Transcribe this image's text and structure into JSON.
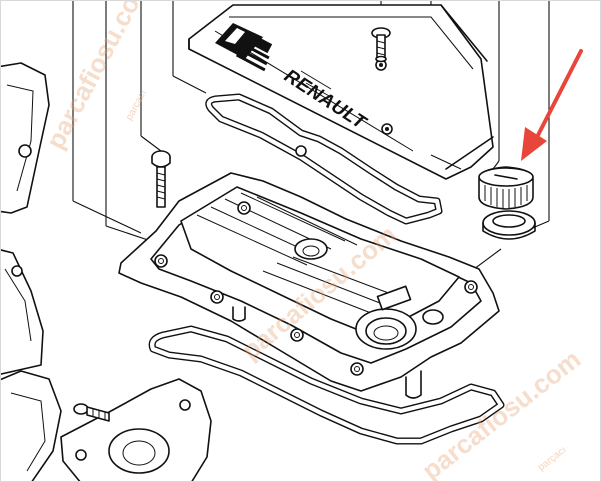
{
  "diagram": {
    "brand_text": "RENAULT",
    "watermark": {
      "site": "parcafiosu.com",
      "tag": "parçacı"
    },
    "colors": {
      "line": "#111111",
      "background": "#ffffff",
      "arrow": "#e8463a",
      "watermark": "#e8a070"
    },
    "parts": [
      {
        "name": "engine-cover"
      },
      {
        "name": "cover-gasket"
      },
      {
        "name": "cover-bolt"
      },
      {
        "name": "valve-cover"
      },
      {
        "name": "valve-cover-gasket"
      },
      {
        "name": "oil-filler-cap"
      },
      {
        "name": "filler-cap-seal"
      },
      {
        "name": "mounting-bolt"
      },
      {
        "name": "timing-cover"
      }
    ]
  }
}
